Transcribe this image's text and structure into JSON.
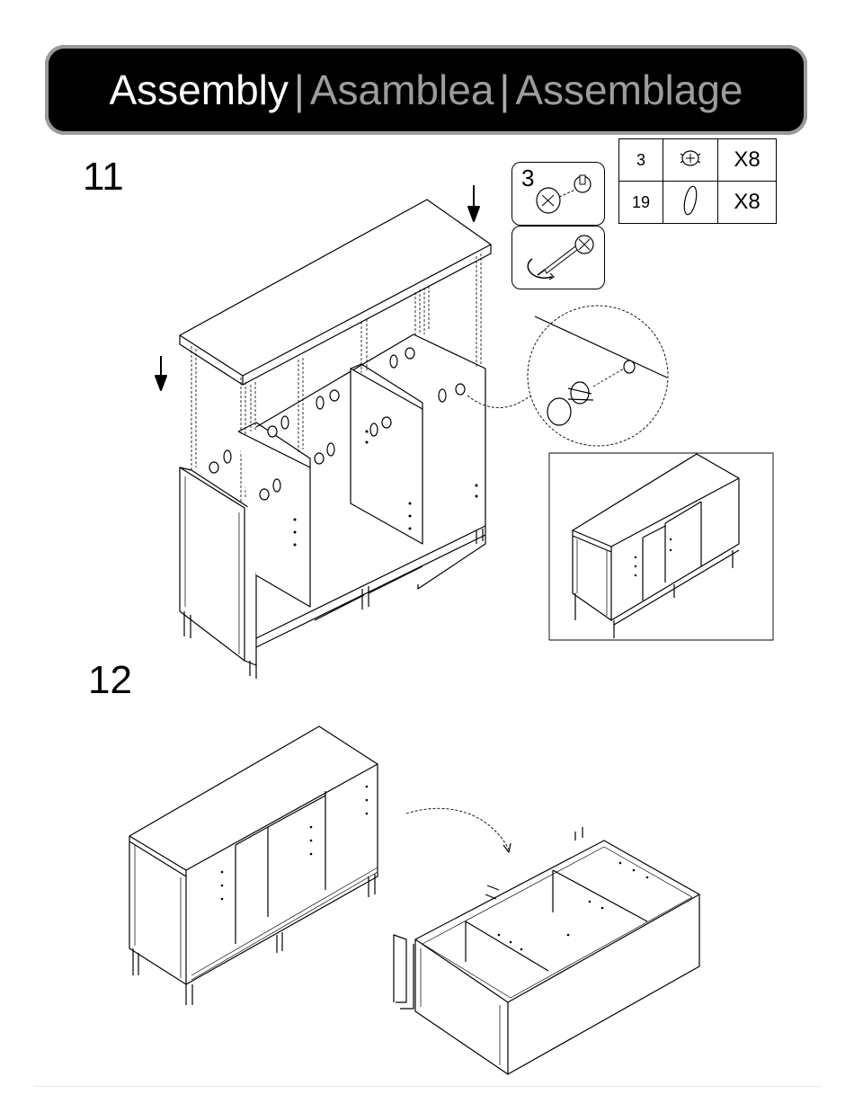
{
  "header": {
    "title_en": "Assembly",
    "separator": "|",
    "title_es": "Asamblea",
    "title_fr": "Assemblage"
  },
  "steps": [
    {
      "number": "11"
    },
    {
      "number": "12"
    }
  ],
  "parts_table": [
    {
      "part_no": "3",
      "icon": "cam-lock-icon",
      "qty": "X8"
    },
    {
      "part_no": "19",
      "icon": "dowel-icon",
      "qty": "X8"
    }
  ],
  "callout": {
    "part_no": "3"
  }
}
